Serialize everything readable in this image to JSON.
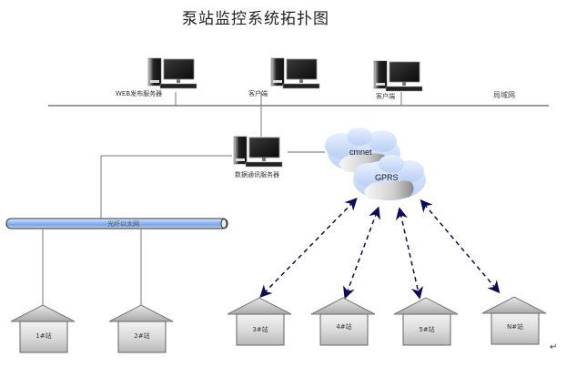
{
  "title": "泵站监控系统拓扑图",
  "lan": {
    "label": "局域网",
    "nodes": [
      {
        "id": "web-server",
        "label": "WEB发布服务器",
        "icon": "desktop-computer-icon"
      },
      {
        "id": "client-1",
        "label": "客户端",
        "icon": "desktop-computer-icon"
      },
      {
        "id": "client-2",
        "label": "客户端",
        "icon": "desktop-computer-icon"
      }
    ]
  },
  "comm_server": {
    "label": "数据通讯服务器",
    "icon": "desktop-computer-icon"
  },
  "clouds": [
    {
      "id": "cmnet",
      "label": "cmnet",
      "icon": "cloud-icon"
    },
    {
      "id": "gprs",
      "label": "GPRS",
      "icon": "cloud-icon"
    }
  ],
  "bus": {
    "label": "光纤以太网"
  },
  "wired_stations": [
    {
      "label": "1#站",
      "icon": "house-icon"
    },
    {
      "label": "2#站",
      "icon": "house-icon"
    }
  ],
  "wireless_stations": [
    {
      "label": "3#站",
      "icon": "house-icon"
    },
    {
      "label": "4#站",
      "icon": "house-icon"
    },
    {
      "label": "5#站",
      "icon": "house-icon"
    },
    {
      "label": "N#站",
      "icon": "house-icon"
    }
  ],
  "links": {
    "wired_color": "#7a7a7a",
    "wireless_color": "#0b0b5a",
    "wireless_style": "dashed-bidirectional-arrow"
  },
  "paragraph_mark": "↵"
}
